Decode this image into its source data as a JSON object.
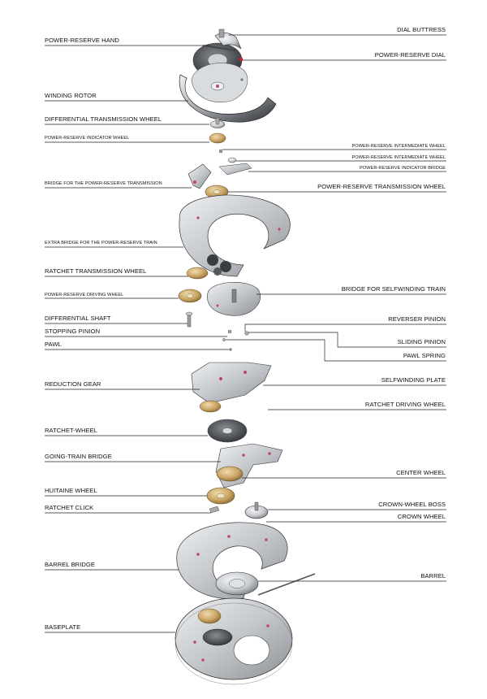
{
  "labels": {
    "dial_buttress": "DIAL BUTTRESS",
    "power_reserve_hand": "POWER-RESERVE HAND",
    "power_reserve_dial": "POWER-RESERVE DIAL",
    "winding_rotor": "WINDING ROTOR",
    "differential_transmission_wheel": "DIFFERENTIAL TRANSMISSION WHEEL",
    "power_reserve_indicator_wheel": "POWER-RESERVE INDICATOR WHEEL",
    "power_reserve_intermediate_wheel_1": "POWER-RESERVE INTERMEDIATE WHEEL",
    "power_reserve_intermediate_wheel_2": "POWER-RESERVE INTERMEDIATE WHEEL",
    "power_reserve_indicator_bridge": "POWER-RESERVE INDICATOR BRIDGE",
    "bridge_power_reserve_transmission": "BRIDGE FOR THE POWER-RESERVE TRANSMISSION",
    "power_reserve_transmission_wheel": "POWER-RESERVE TRANSMISSION WHEEL",
    "extra_bridge_power_reserve_train": "EXTRA BRIDGE FOR THE POWER-RESERVE TRAIN",
    "ratchet_transmission_wheel": "RATCHET TRANSMISSION WHEEL",
    "power_reserve_driving_wheel": "POWER-RESERVE DRIVING WHEEL",
    "bridge_selfwinding_train": "BRIDGE FOR SELFWINDING TRAIN",
    "differential_shaft": "DIFFERENTIAL SHAFT",
    "reverser_pinion": "REVERSER PINION",
    "stopping_pinion": "STOPPING PINION",
    "sliding_pinion": "SLIDING PINION",
    "pawl": "PAWL",
    "pawl_spring": "PAWL SPRING",
    "reduction_gear": "REDUCTION GEAR",
    "selfwinding_plate": "SELFWINDING PLATE",
    "ratchet_driving_wheel": "RATCHET DRIVING WHEEL",
    "ratchet_wheel": "RATCHET-WHEEL",
    "going_train_bridge": "GOING-TRAIN BRIDGE",
    "center_wheel": "CENTER WHEEL",
    "huitaine_wheel": "HUITAINE WHEEL",
    "crown_wheel_boss": "CROWN-WHEEL BOSS",
    "ratchet_click": "RATCHET CLICK",
    "crown_wheel": "CROWN WHEEL",
    "barrel_bridge": "BARREL BRIDGE",
    "barrel": "BARREL",
    "baseplate": "BASEPLATE"
  },
  "colors": {
    "steel_light": "#e4e6e8",
    "steel_mid": "#b9bcc0",
    "steel_dark": "#5f6368",
    "brass": "#c9a56a",
    "jewel": "#c0456e",
    "red_tip": "#d21f2b"
  }
}
